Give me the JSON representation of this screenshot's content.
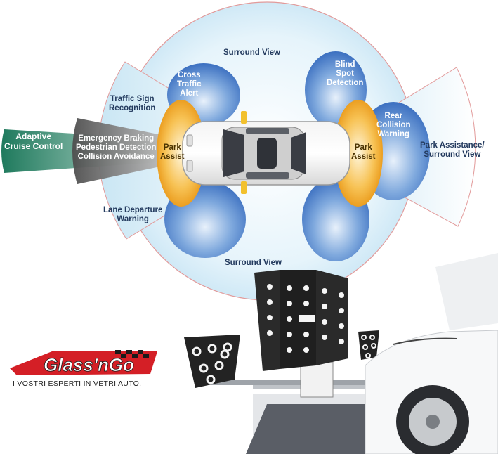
{
  "diagram": {
    "labels": {
      "surround_top": "Surround View",
      "surround_bottom": "Surround View",
      "cross_traffic": "Cross\nTraffic\nAlert",
      "blind_spot": "Blind\nSpot\nDetection",
      "traffic_sign": "Traffic Sign\nRecognition",
      "lane_departure": "Lane Departure\nWarning",
      "adaptive_cruise": "Adaptive\nCruise Control",
      "emergency": "Emergency Braking\nPedestrian Detection\nCollision Avoidance",
      "park_front": "Park\nAssist",
      "park_rear": "Park\nAssist",
      "rear_collision": "Rear\nCollision\nWarning",
      "park_surround": "Park Assistance/\nSurround View"
    }
  },
  "logo": {
    "brand": "Glass'nGo",
    "tagline": "I VOSTRI ESPERTI IN VETRI AUTO."
  },
  "colors": {
    "surround_fill": "#d8eef9",
    "zone_red_outline": "#e29a9a",
    "blue_zone": "#3d74c4",
    "orange_zone": "#f0a21c",
    "cruise_green": "#2f8b6b",
    "brand_red": "#d41f26"
  }
}
